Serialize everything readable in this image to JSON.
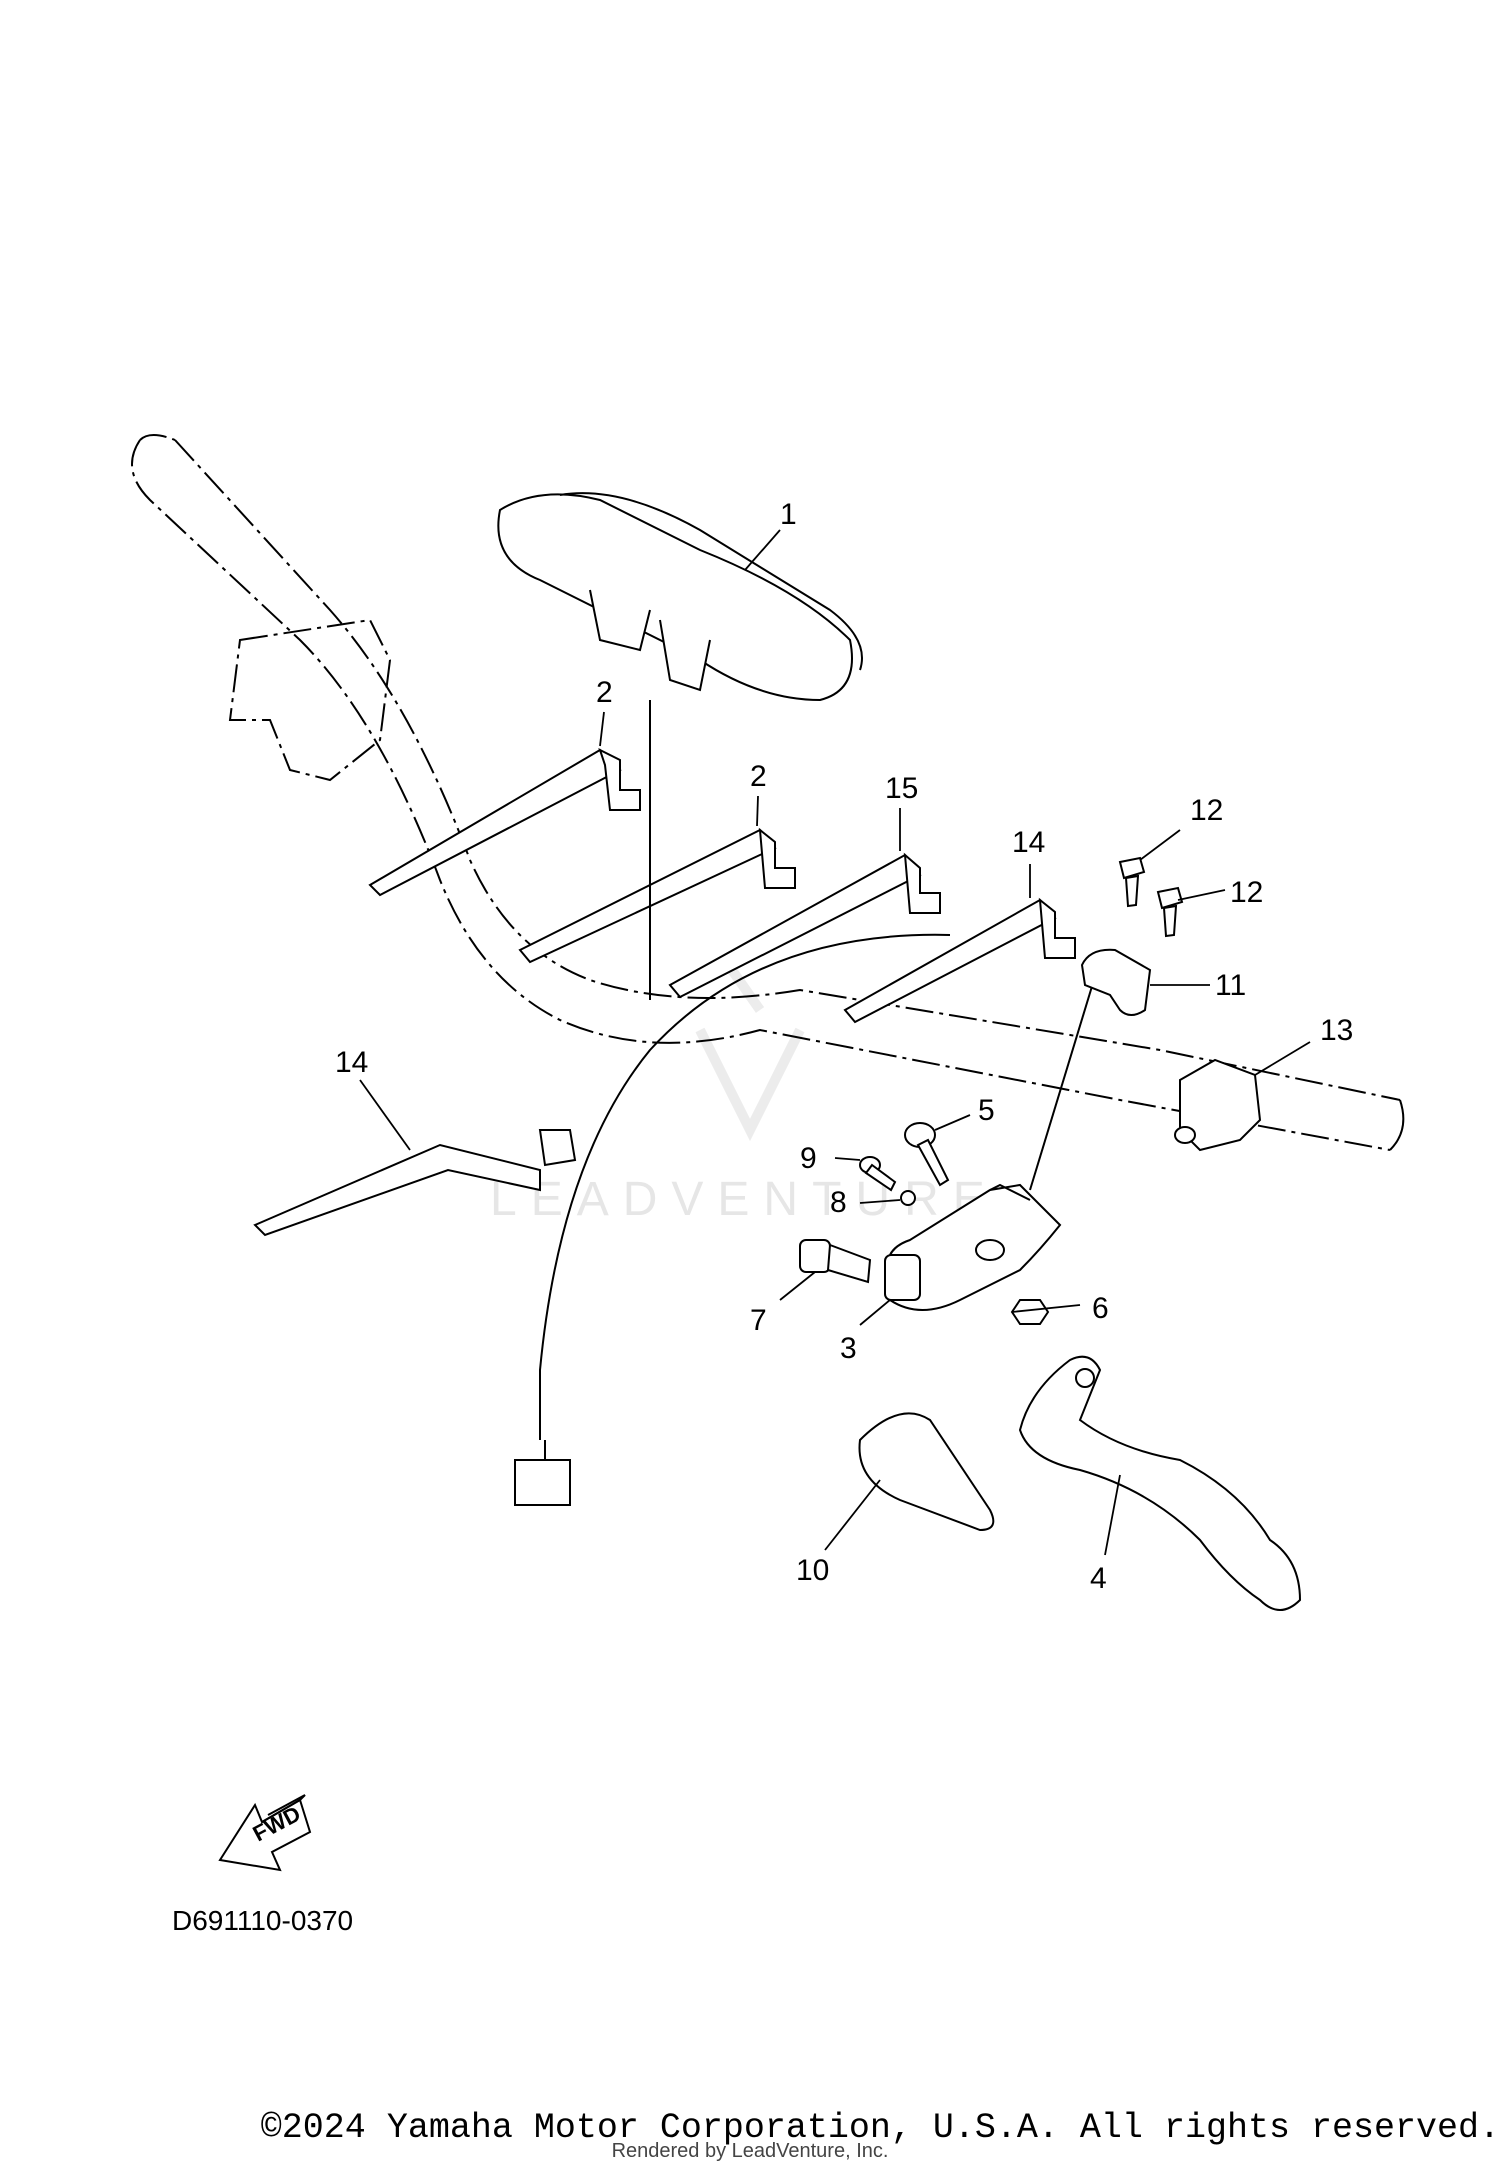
{
  "diagram": {
    "callouts": {
      "c1": "1",
      "c2a": "2",
      "c2b": "2",
      "c3": "3",
      "c4": "4",
      "c5": "5",
      "c6": "6",
      "c7": "7",
      "c8": "8",
      "c9": "9",
      "c10": "10",
      "c11": "11",
      "c12a": "12",
      "c12b": "12",
      "c13": "13",
      "c14a": "14",
      "c14b": "14",
      "c15": "15"
    },
    "fwd_label": "FWD",
    "diagram_code": "D691110-0370",
    "watermark": "LEADVENTURE"
  },
  "footer": {
    "copyright": "©2024 Yamaha Motor Corporation, U.S.A. All rights reserved.",
    "rendered_by": "Rendered by LeadVenture, Inc."
  },
  "colors": {
    "line": "#000000",
    "watermark": "#e6e6e6",
    "background": "#ffffff"
  }
}
